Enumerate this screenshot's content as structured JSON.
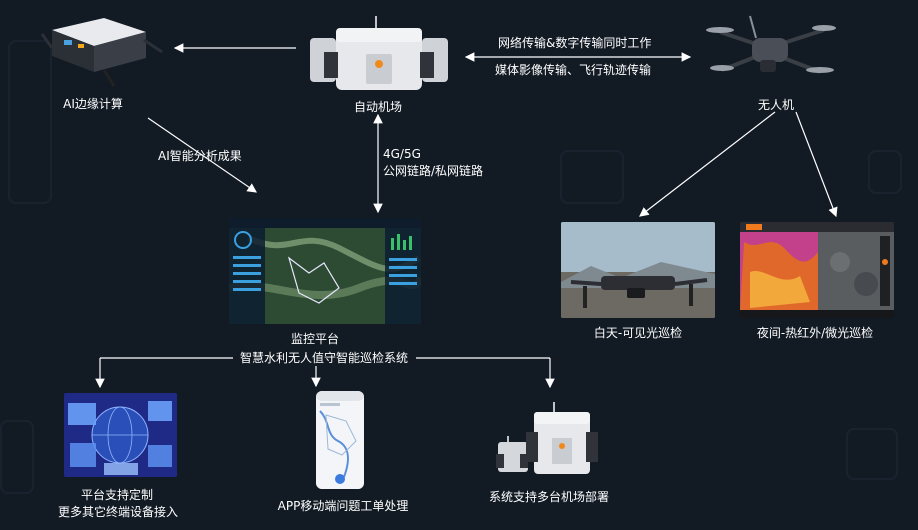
{
  "nodes": {
    "edge_computing": "AI边缘计算",
    "auto_dock": "自动机场",
    "drone": "无人机",
    "monitor_platform": "监控平台",
    "system_name": "智慧水利无人值守智能巡检系统",
    "day_patrol": "白天-可见光巡检",
    "night_patrol": "夜间-热红外/微光巡检",
    "platform_custom": "平台支持定制",
    "more_terminals": "更多其它终端设备接入",
    "app_ticket": "APP移动端问题工单处理",
    "multi_dock": "系统支持多台机场部署"
  },
  "edges": {
    "ai_result": "AI智能分析成果",
    "net_4g5g": "4G/5G",
    "net_link": "公网链路/私网链路",
    "transfer_line1": "网络传输&数字传输同时工作",
    "transfer_line2": "媒体影像传输、飞行轨迹传输"
  },
  "colors": {
    "background": "#121a24",
    "arrow": "#ffffff"
  }
}
